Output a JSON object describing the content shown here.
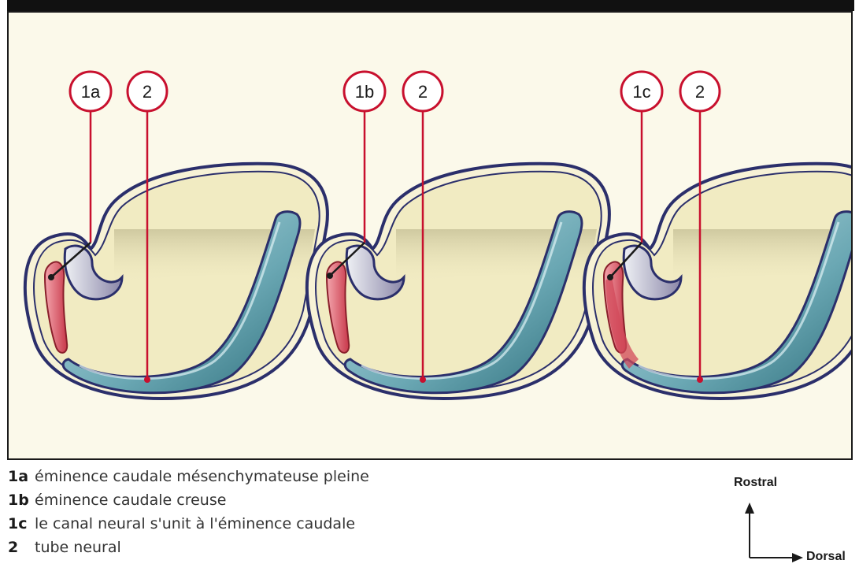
{
  "panels": [
    {
      "label_a": "1a",
      "label_b": "2"
    },
    {
      "label_a": "1b",
      "label_b": "2"
    },
    {
      "label_a": "1c",
      "label_b": "2"
    }
  ],
  "legend": [
    {
      "key": "1a",
      "text": "éminence caudale mésenchymateuse pleine"
    },
    {
      "key": "1b",
      "text": "éminence caudale creuse"
    },
    {
      "key": "1c",
      "text": "le canal neural s'unit à l'éminence caudale"
    },
    {
      "key": "2",
      "text": "tube neural"
    }
  ],
  "orientation": {
    "up": "Rostral",
    "right": "Dorsal"
  },
  "colors": {
    "label_red": "#c8102e",
    "outline": "#2b2f6b",
    "tube": "#7fbac6",
    "body": "#f1ebc2",
    "background": "#fbf9ea"
  }
}
